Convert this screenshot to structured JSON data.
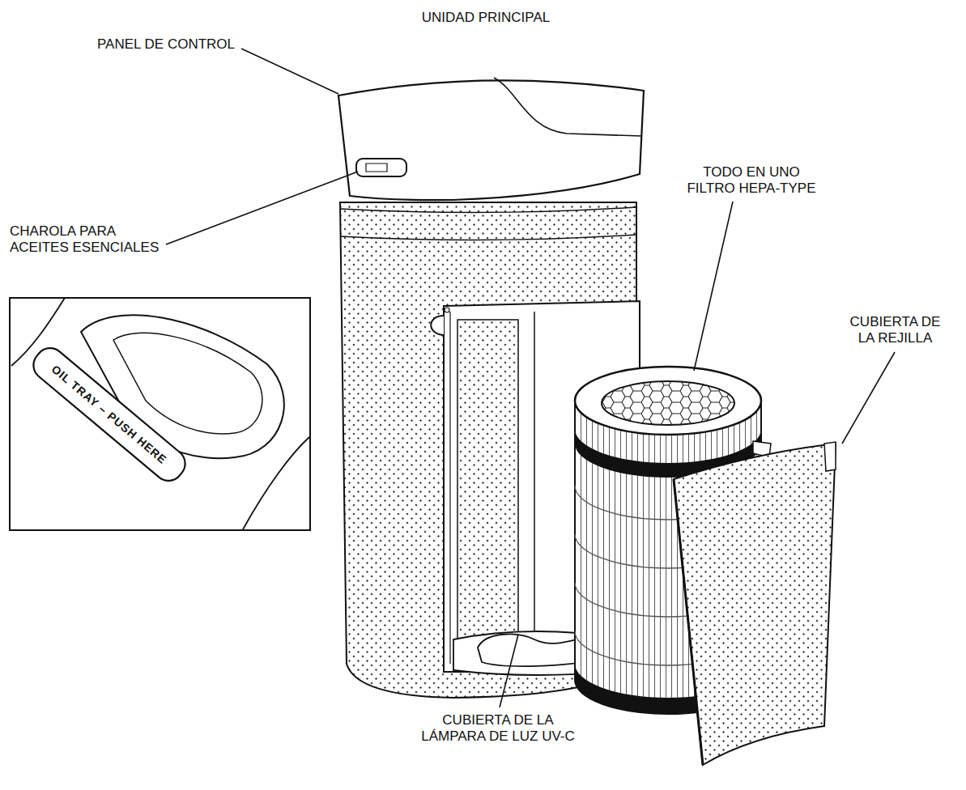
{
  "diagram": {
    "labels": [
      "UNIDAD PRINCIPAL",
      "PANEL DE CONTROL",
      "TODO EN UNO FILTRO HEPA-TYPE",
      "CHAROLA PARA ACEITES ESENCIALES",
      "CUBIERTA DE LA REJILLA",
      "OIL TRAY – PUSH HERE",
      "CUBIERTA DE LA LÁMPARA DE LUZ UV-C"
    ]
  }
}
